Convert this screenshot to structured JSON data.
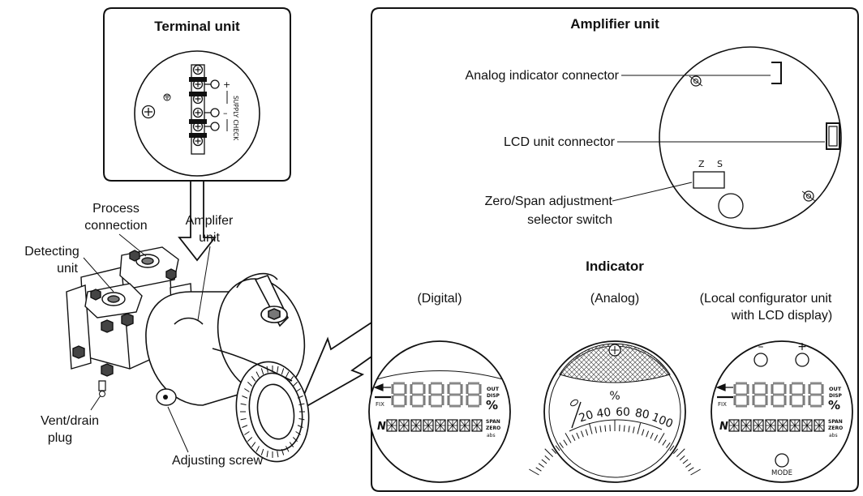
{
  "terminal_panel": {
    "title": "Terminal unit",
    "plus_sign": "+",
    "minus_sign": "–",
    "check_label": "SUPPLY CHECK"
  },
  "amplifier_panel": {
    "title": "Amplifier unit",
    "analog_indicator_connector": "Analog indicator connector",
    "lcd_unit_connector": "LCD unit connector",
    "zero_span_line1": "Zero/Span adjustment",
    "zero_span_line2": "selector switch",
    "switch_z": "Z",
    "switch_s": "S"
  },
  "indicator": {
    "title": "Indicator",
    "digital_label": "(Digital)",
    "analog_label": "(Analog)",
    "local_label_line1": "(Local configurator unit",
    "local_label_line2": "with LCD display)",
    "lcd_digits": "88888",
    "lcd_fix": "FIX",
    "lcd_out": "OUT",
    "lcd_disp": "DISP",
    "lcd_percent": "%",
    "lcd_span": "SPAN",
    "lcd_zero": "ZERO",
    "lcd_abs": "abs",
    "lcd_n": "N",
    "analog_percent": "%",
    "analog_scale": [
      "20",
      "40",
      "60",
      "80",
      "100"
    ],
    "local_minus": "–",
    "local_plus": "+",
    "local_mode": "MODE"
  },
  "transmitter": {
    "process_connection_line1": "Process",
    "process_connection_line2": "connection",
    "detecting_unit_line1": "Detecting",
    "detecting_unit_line2": "unit",
    "amplifier_unit_line1": "Amplifer",
    "amplifier_unit_line2": "unit",
    "vent_drain_line1": "Vent/drain",
    "vent_drain_line2": "plug",
    "adjusting_screw": "Adjusting screw"
  },
  "icons": [
    "ground-screw-icon",
    "terminal-screw-icon",
    "mounting-screw-icon",
    "arrow-icon"
  ]
}
